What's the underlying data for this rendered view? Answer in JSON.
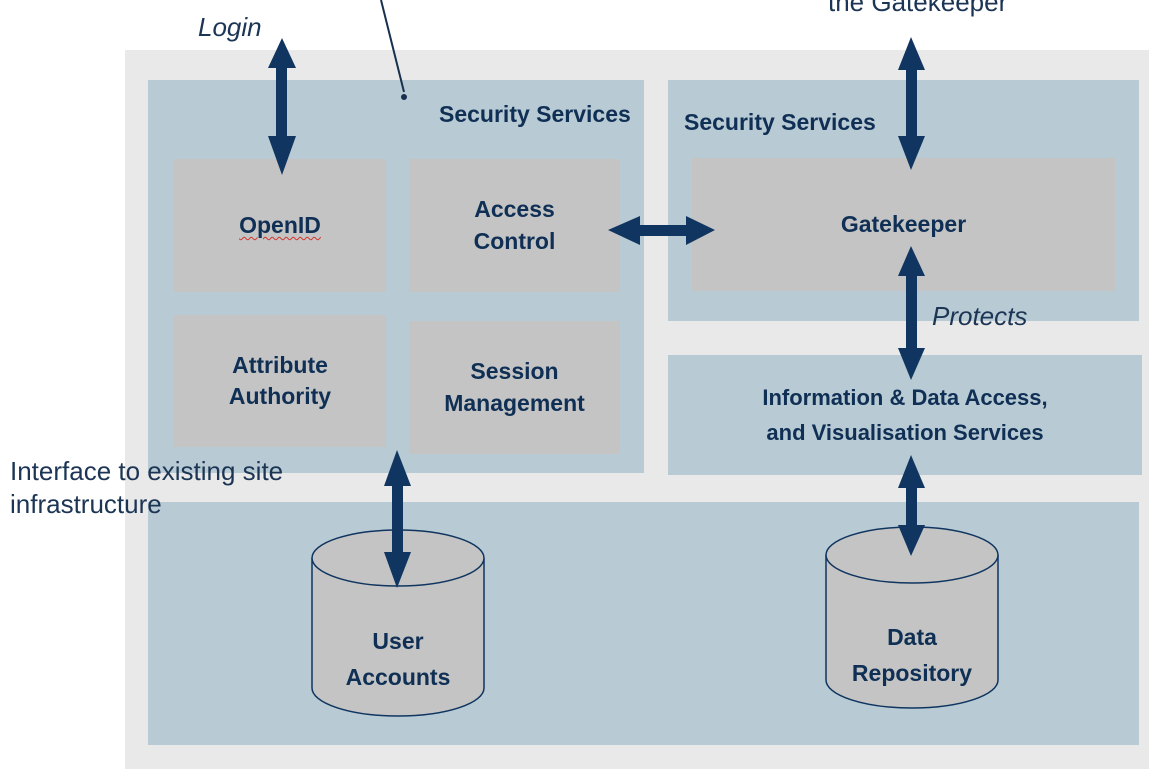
{
  "labels": {
    "login": "Login",
    "gatekeeper_caption": "the Gatekeeper",
    "protects": "Protects",
    "interface_line1": "Interface to existing site",
    "interface_line2": "infrastructure"
  },
  "left_panel": {
    "heading": "Security Services",
    "boxes": {
      "openid": "OpenID",
      "access_control": [
        "Access",
        "Control"
      ],
      "attribute_authority": [
        "Attribute",
        "Authority"
      ],
      "session_management": [
        "Session",
        "Management"
      ]
    }
  },
  "right_panel": {
    "heading": "Security Services",
    "gatekeeper": "Gatekeeper"
  },
  "info_panel": {
    "lines": [
      "Information & Data Access,",
      "and Visualisation Services"
    ]
  },
  "cylinders": {
    "user_accounts": [
      "User",
      "Accounts"
    ],
    "data_repository": [
      "Data",
      "Repository"
    ]
  },
  "colors": {
    "outer_panel": "#e9e9e9",
    "panel": "#b8cad3",
    "box": "#c4c4c4",
    "arrow": "#0f3560",
    "text": "#0f2f55"
  }
}
